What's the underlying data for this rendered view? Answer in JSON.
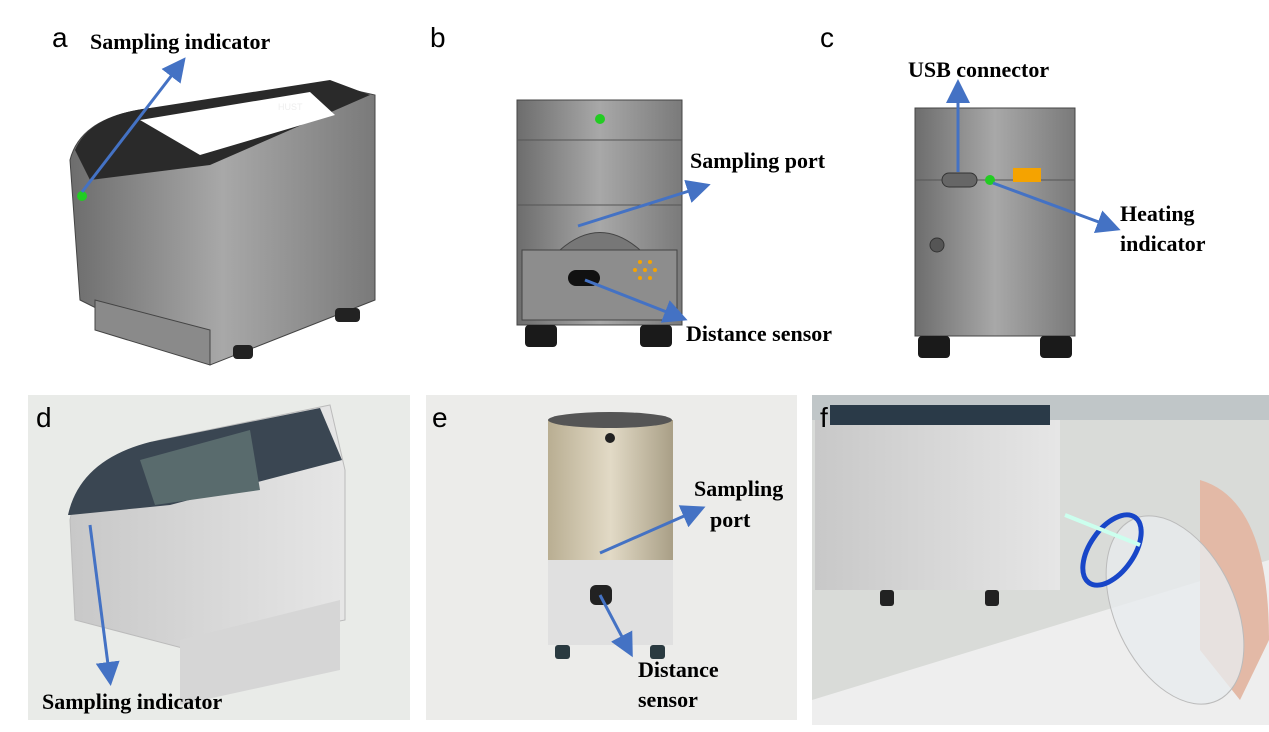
{
  "panels": {
    "a": {
      "letter": "a",
      "labels": {
        "sampling_indicator": "Sampling indicator"
      }
    },
    "b": {
      "letter": "b",
      "labels": {
        "sampling_port": "Sampling port",
        "distance_sensor": "Distance sensor"
      }
    },
    "c": {
      "letter": "c",
      "labels": {
        "usb_connector": "USB connector",
        "heating_indicator_1": "Heating",
        "heating_indicator_2": "indicator"
      }
    },
    "d": {
      "letter": "d",
      "labels": {
        "sampling_indicator": "Sampling indicator"
      }
    },
    "e": {
      "letter": "e",
      "labels": {
        "sampling_port_1": "Sampling",
        "sampling_port_2": "port",
        "distance_sensor_1": "Distance",
        "distance_sensor_2": "sensor"
      }
    },
    "f": {
      "letter": "f"
    }
  },
  "device_logo": "HUST",
  "colors": {
    "arrow": "#4472C4",
    "indicator": "#22cc22",
    "amber": "#f5a300"
  }
}
